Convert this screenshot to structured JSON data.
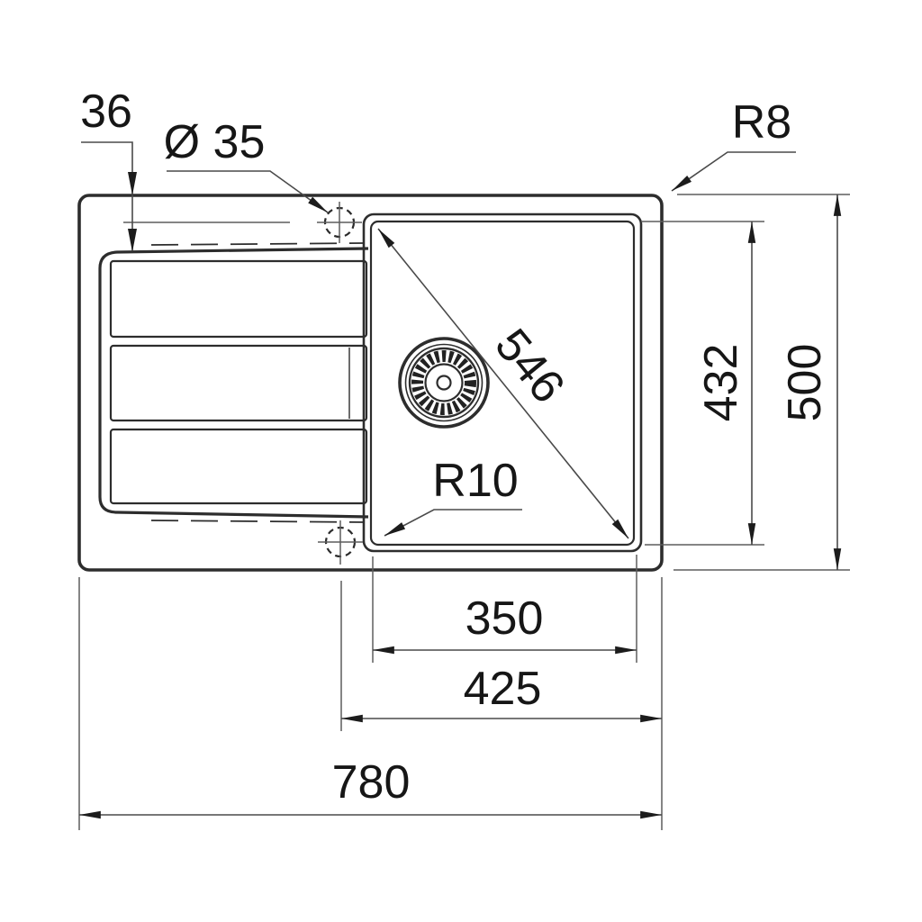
{
  "drawing": {
    "kind": "sink-technical-drawing-top-view",
    "background_color": "#ffffff",
    "line_color": "#2d2d2d",
    "dimension_line_color": "#5d5d5d",
    "text_color": "#161616",
    "labels": {
      "edge_to_tap_offset": "36",
      "tap_hole_diameter": "Ø 35",
      "outer_corner_radius": "R8",
      "bowl_diagonal": "546",
      "bowl_inner_depth": "432",
      "overall_depth": "500",
      "bowl_corner_radius": "R10",
      "bowl_inner_width": "350",
      "bowl_offset_width": "425",
      "overall_width": "780"
    }
  }
}
